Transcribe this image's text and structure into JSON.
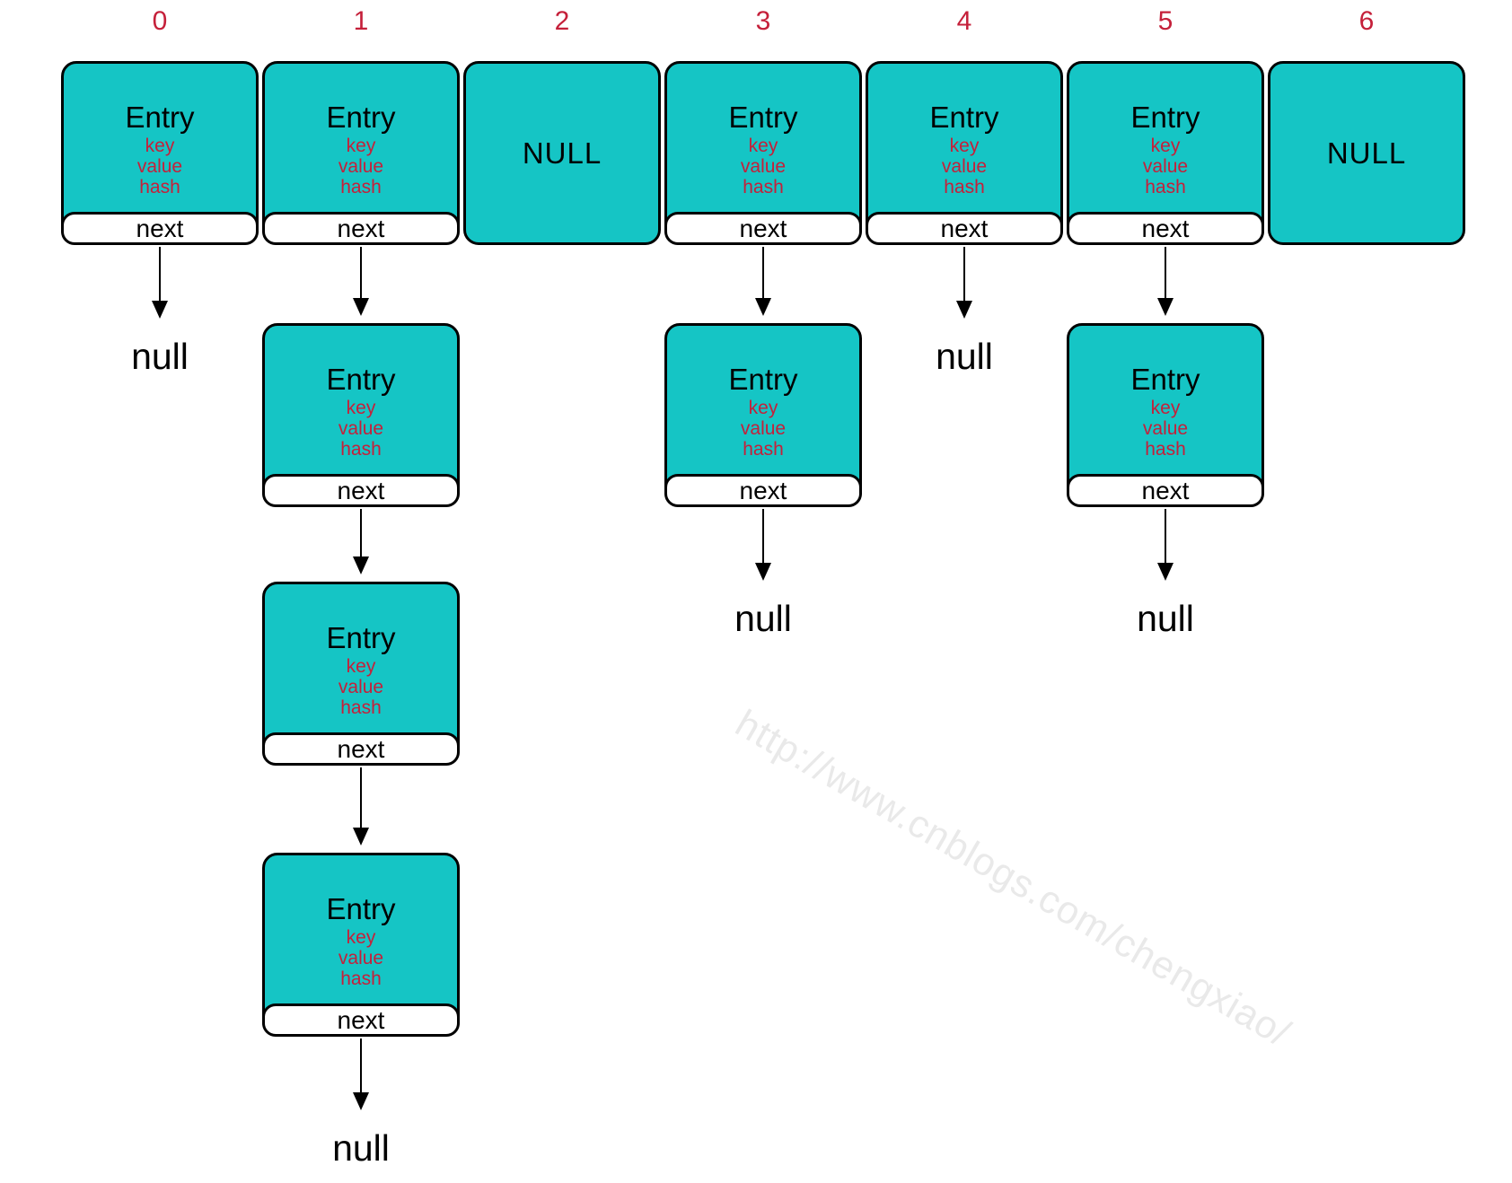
{
  "diagram": {
    "entry_label": "Entry",
    "entry_fields": [
      "key",
      "value",
      "hash"
    ],
    "next_label": "next",
    "null_bucket_label": "NULL",
    "null_terminator_label": "null",
    "watermark": "http://www.cnblogs.com/chengxiao/",
    "colors": {
      "node_fill": "#15C5C5",
      "node_border": "#000000",
      "index_color": "#C5203A",
      "field_color": "#C5203A",
      "watermark_color": "#E9E9E9"
    },
    "buckets": [
      {
        "index": "0",
        "type": "chain",
        "entries": 1,
        "terminator": "null"
      },
      {
        "index": "1",
        "type": "chain",
        "entries": 4,
        "terminator": "null"
      },
      {
        "index": "2",
        "type": "null"
      },
      {
        "index": "3",
        "type": "chain",
        "entries": 2,
        "terminator": "null"
      },
      {
        "index": "4",
        "type": "chain",
        "entries": 1,
        "terminator": "null"
      },
      {
        "index": "5",
        "type": "chain",
        "entries": 2,
        "terminator": "null"
      },
      {
        "index": "6",
        "type": "null"
      }
    ]
  }
}
